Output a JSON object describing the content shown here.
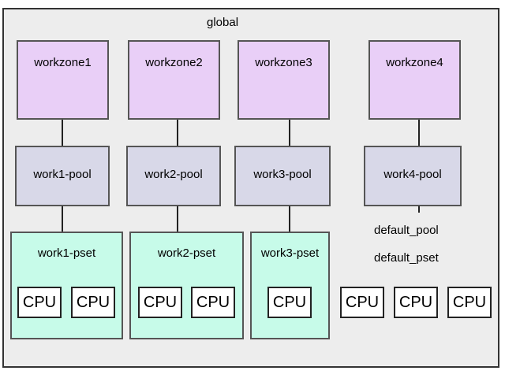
{
  "global_label": "global",
  "workzones": [
    "workzone1",
    "workzone2",
    "workzone3",
    "workzone4"
  ],
  "pools": [
    "work1-pool",
    "work2-pool",
    "work3-pool",
    "work4-pool"
  ],
  "psets": [
    "work1-pset",
    "work2-pset",
    "work3-pset"
  ],
  "default_pool": "default_pool",
  "default_pset": "default_pset",
  "cpu_label": "CPU",
  "colors": {
    "background": "#ededed",
    "workzone_fill": "#e9cff7",
    "pool_fill": "#d8d8e8",
    "pset_fill": "#c7fbe9",
    "cpu_fill": "#ffffff"
  }
}
